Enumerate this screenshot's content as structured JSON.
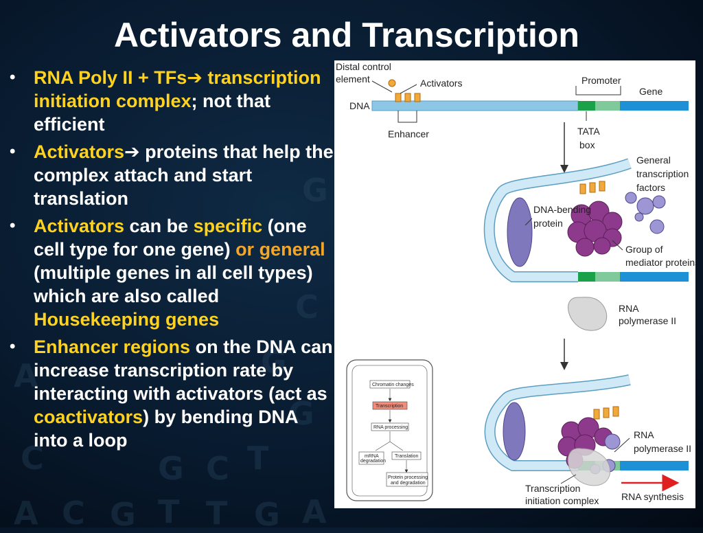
{
  "title": "Activators and Transcription",
  "bullets": [
    {
      "segments": [
        {
          "text": "RNA Poly II + TFs",
          "color": "yellow"
        },
        {
          "text": "➔ ",
          "color": "yellow"
        },
        {
          "text": "transcription initiation complex",
          "color": "yellow"
        },
        {
          "text": "; not that efficient",
          "color": "white"
        }
      ]
    },
    {
      "segments": [
        {
          "text": "Activators",
          "color": "yellow"
        },
        {
          "text": "➔ ",
          "color": "white"
        },
        {
          "text": "proteins that help the complex attach and start translation",
          "color": "white"
        }
      ]
    },
    {
      "segments": [
        {
          "text": "Activators",
          "color": "yellow"
        },
        {
          "text": " can be ",
          "color": "white"
        },
        {
          "text": "specific",
          "color": "yellow"
        },
        {
          "text": " (one cell type for one gene) ",
          "color": "white"
        },
        {
          "text": "or general",
          "color": "orange"
        },
        {
          "text": " (multiple genes in all cell types) which are also called ",
          "color": "white"
        },
        {
          "text": "Housekeeping genes",
          "color": "yellow"
        }
      ]
    },
    {
      "segments": [
        {
          "text": "Enhancer regions",
          "color": "yellow"
        },
        {
          "text": " on the DNA can increase transcription rate by interacting with activators (act as ",
          "color": "white"
        },
        {
          "text": "coactivators",
          "color": "yellow"
        },
        {
          "text": ") by bending DNA into a loop",
          "color": "white"
        }
      ]
    }
  ],
  "figure": {
    "labels": {
      "distal_1": "Distal control",
      "distal_2": "element",
      "activators": "Activators",
      "dna": "DNA",
      "enhancer": "Enhancer",
      "promoter": "Promoter",
      "gene": "Gene",
      "tata_1": "TATA",
      "tata_2": "box",
      "gtf_1": "General",
      "gtf_2": "transcription",
      "gtf_3": "factors",
      "dna_bending_1": "DNA-bending",
      "dna_bending_2": "protein",
      "mediator_1": "Group of",
      "mediator_2": "mediator proteins",
      "rnap_1": "RNA",
      "rnap_2": "polymerase II",
      "rnap2_1": "RNA",
      "rnap2_2": "polymerase II",
      "tic_1": "Transcription",
      "tic_2": "initiation complex",
      "rna_synth": "RNA synthesis"
    },
    "flowchart": {
      "chromatin": "Chromatin changes",
      "transcription": "Transcription",
      "rna_processing": "RNA processing",
      "mrna_deg_1": "mRNA",
      "mrna_deg_2": "degradation",
      "translation": "Translation",
      "protein_1": "Protein processing",
      "protein_2": "and degradation"
    }
  },
  "background_letters": [
    "A",
    "C",
    "G",
    "T",
    "T",
    "G",
    "A",
    "C",
    "G",
    "C",
    "T",
    "G",
    "G",
    "C",
    "A",
    "G"
  ],
  "colors": {
    "yellow": "#ffd21f",
    "orange": "#f5a623",
    "white": "#ffffff",
    "dna_blue": "#8ec7e6",
    "gene_blue": "#1e90d6",
    "promoter_green": "#1aa14a",
    "mediator_purple": "#8e3a8c",
    "red_arrow": "#e02020"
  }
}
